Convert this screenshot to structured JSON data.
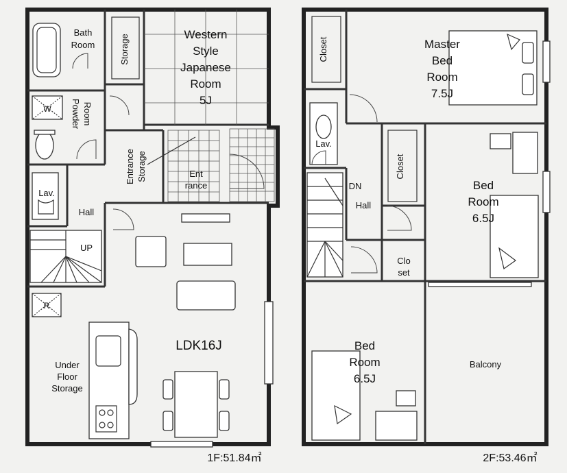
{
  "floor1": {
    "bath": [
      "Bath",
      "Room"
    ],
    "storage": "Storage",
    "western": [
      "Western",
      "Style",
      "Japanese",
      "Room",
      "5J"
    ],
    "powder": [
      "Powder",
      "Room"
    ],
    "entrance_storage": [
      "Entrance",
      "Storage"
    ],
    "entrance": [
      "Ent",
      "rance"
    ],
    "lav": "Lav.",
    "hall": "Hall",
    "up": "UP",
    "ldk": "LDK16J",
    "underfloor": [
      "Under",
      "Floor",
      "Storage"
    ],
    "w_mark": "W",
    "r_mark": "R",
    "area": "1F:51.84㎡"
  },
  "floor2": {
    "closet_a": "Closet",
    "master": [
      "Master",
      "Bed",
      "Room",
      "7.5J"
    ],
    "lav": "Lav.",
    "closet_b": "Closet",
    "bed_east": [
      "Bed",
      "Room",
      "6.5J"
    ],
    "dn": "DN",
    "hall": "Hall",
    "closet_c": [
      "Clo",
      "set"
    ],
    "bed_south": [
      "Bed",
      "Room",
      "6.5J"
    ],
    "balcony": "Balcony",
    "area": "2F:53.46㎡"
  }
}
